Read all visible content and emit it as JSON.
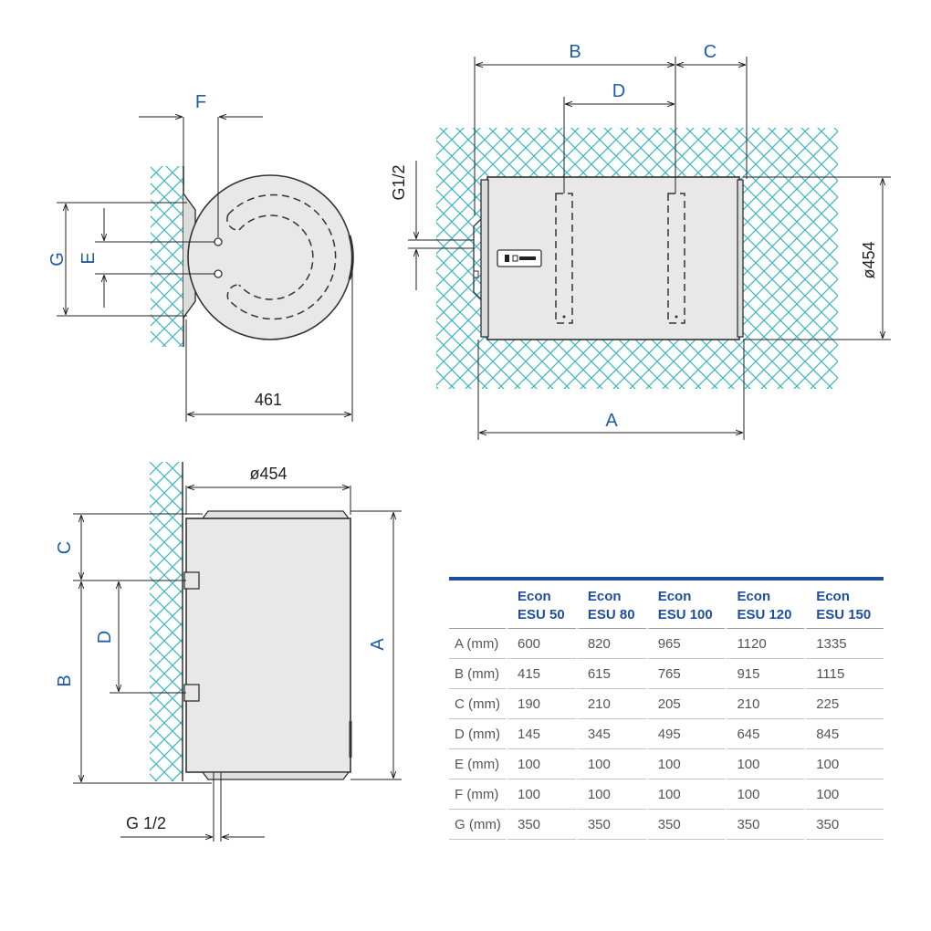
{
  "diagram": {
    "end_view": {
      "labels": {
        "f": "F",
        "g": "G",
        "e": "E",
        "depth": "461"
      }
    },
    "side_view": {
      "labels": {
        "b": "B",
        "c": "C",
        "d": "D",
        "g12": "G1/2",
        "diameter": "ø454",
        "a": "A"
      }
    },
    "front_view": {
      "labels": {
        "diameter": "ø454",
        "c": "C",
        "d": "D",
        "b": "B",
        "a": "A",
        "g12": "G 1/2"
      }
    }
  },
  "colors": {
    "accent": "#1f4f9c",
    "hatch": "#3ab5bf",
    "body": "#e8e8e8"
  },
  "table": {
    "columns": [
      {
        "line1": "Econ",
        "line2": "ESU 50"
      },
      {
        "line1": "Econ",
        "line2": "ESU 80"
      },
      {
        "line1": "Econ",
        "line2": "ESU 100"
      },
      {
        "line1": "Econ",
        "line2": "ESU 120"
      },
      {
        "line1": "Econ",
        "line2": "ESU 150"
      }
    ],
    "rows": [
      {
        "label": "A (mm)",
        "values": [
          "600",
          "820",
          "965",
          "1120",
          "1335"
        ]
      },
      {
        "label": "B (mm)",
        "values": [
          "415",
          "615",
          "765",
          "915",
          "1115"
        ]
      },
      {
        "label": "C (mm)",
        "values": [
          "190",
          "210",
          "205",
          "210",
          "225"
        ]
      },
      {
        "label": "D (mm)",
        "values": [
          "145",
          "345",
          "495",
          "645",
          "845"
        ]
      },
      {
        "label": "E (mm)",
        "values": [
          "100",
          "100",
          "100",
          "100",
          "100"
        ]
      },
      {
        "label": "F (mm)",
        "values": [
          "100",
          "100",
          "100",
          "100",
          "100"
        ]
      },
      {
        "label": "G (mm)",
        "values": [
          "350",
          "350",
          "350",
          "350",
          "350"
        ]
      }
    ]
  }
}
